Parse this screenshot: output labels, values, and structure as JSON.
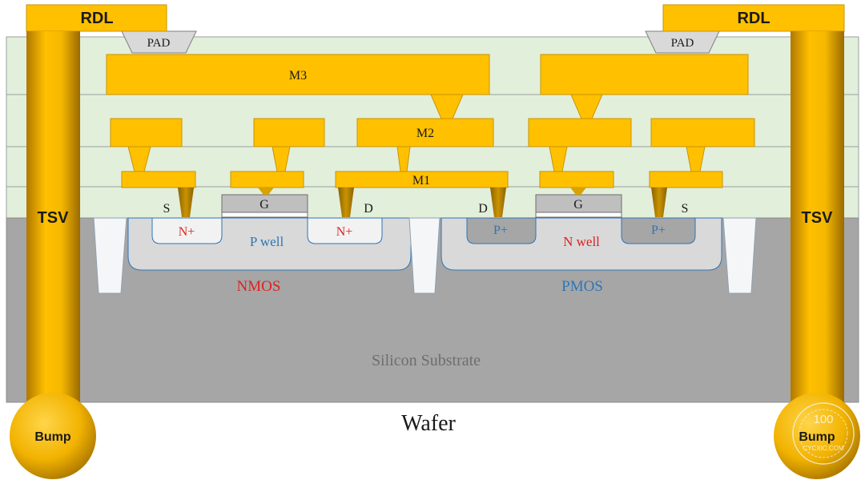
{
  "labels": {
    "rdl": "RDL",
    "pad": "PAD",
    "tsv": "TSV",
    "bump": "Bump",
    "m1": "M1",
    "m2": "M2",
    "m3": "M3",
    "source": "S",
    "gate": "G",
    "drain": "D",
    "n_plus": "N+",
    "p_plus": "P+",
    "p_well": "P well",
    "n_well": "N well",
    "nmos": "NMOS",
    "pmos": "PMOS",
    "substrate": "Silicon Substrate",
    "wafer": "Wafer"
  },
  "watermark": {
    "top": "100",
    "domain": "CYCXIC.COM"
  },
  "colors": {
    "metal": "#FFC000",
    "metal_edge": "#C89500",
    "via_dark": "#B8860B",
    "dielectric": "#E2EFDA",
    "substrate": "#A6A6A6",
    "well": "#D9D9D9",
    "diffusion": "#F2F2F2",
    "trench": "#F4F6F8",
    "nmos_red": "#E02020",
    "pmos_blue": "#2E75B6",
    "text_dark": "#1a1a1a",
    "substrate_text": "#6E6E6E"
  }
}
